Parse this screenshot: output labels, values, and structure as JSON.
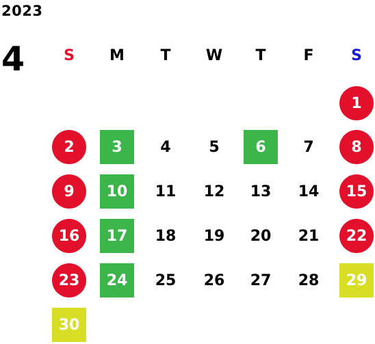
{
  "calendar": {
    "year": "2023",
    "month": "4",
    "weekdays": [
      "S",
      "M",
      "T",
      "W",
      "T",
      "F",
      "S"
    ],
    "colors": {
      "holiday_red": "#e3102c",
      "closed_green": "#3cb54a",
      "special_yellow": "#d8de23",
      "sunday_header": "#e8112d",
      "saturday_header": "#1a1adb"
    },
    "weeks": [
      [
        {
          "d": ""
        },
        {
          "d": ""
        },
        {
          "d": ""
        },
        {
          "d": ""
        },
        {
          "d": ""
        },
        {
          "d": ""
        },
        {
          "d": "1",
          "s": "red"
        }
      ],
      [
        {
          "d": "2",
          "s": "red"
        },
        {
          "d": "3",
          "s": "green"
        },
        {
          "d": "4"
        },
        {
          "d": "5"
        },
        {
          "d": "6",
          "s": "green"
        },
        {
          "d": "7"
        },
        {
          "d": "8",
          "s": "red"
        }
      ],
      [
        {
          "d": "9",
          "s": "red"
        },
        {
          "d": "10",
          "s": "green"
        },
        {
          "d": "11"
        },
        {
          "d": "12"
        },
        {
          "d": "13"
        },
        {
          "d": "14"
        },
        {
          "d": "15",
          "s": "red"
        }
      ],
      [
        {
          "d": "16",
          "s": "red"
        },
        {
          "d": "17",
          "s": "green"
        },
        {
          "d": "18"
        },
        {
          "d": "19"
        },
        {
          "d": "20"
        },
        {
          "d": "21"
        },
        {
          "d": "22",
          "s": "red"
        }
      ],
      [
        {
          "d": "23",
          "s": "red"
        },
        {
          "d": "24",
          "s": "green"
        },
        {
          "d": "25"
        },
        {
          "d": "26"
        },
        {
          "d": "27"
        },
        {
          "d": "28"
        },
        {
          "d": "29",
          "s": "yellow"
        }
      ],
      [
        {
          "d": "30",
          "s": "yellow"
        },
        {
          "d": ""
        },
        {
          "d": ""
        },
        {
          "d": ""
        },
        {
          "d": ""
        },
        {
          "d": ""
        },
        {
          "d": ""
        }
      ]
    ]
  }
}
